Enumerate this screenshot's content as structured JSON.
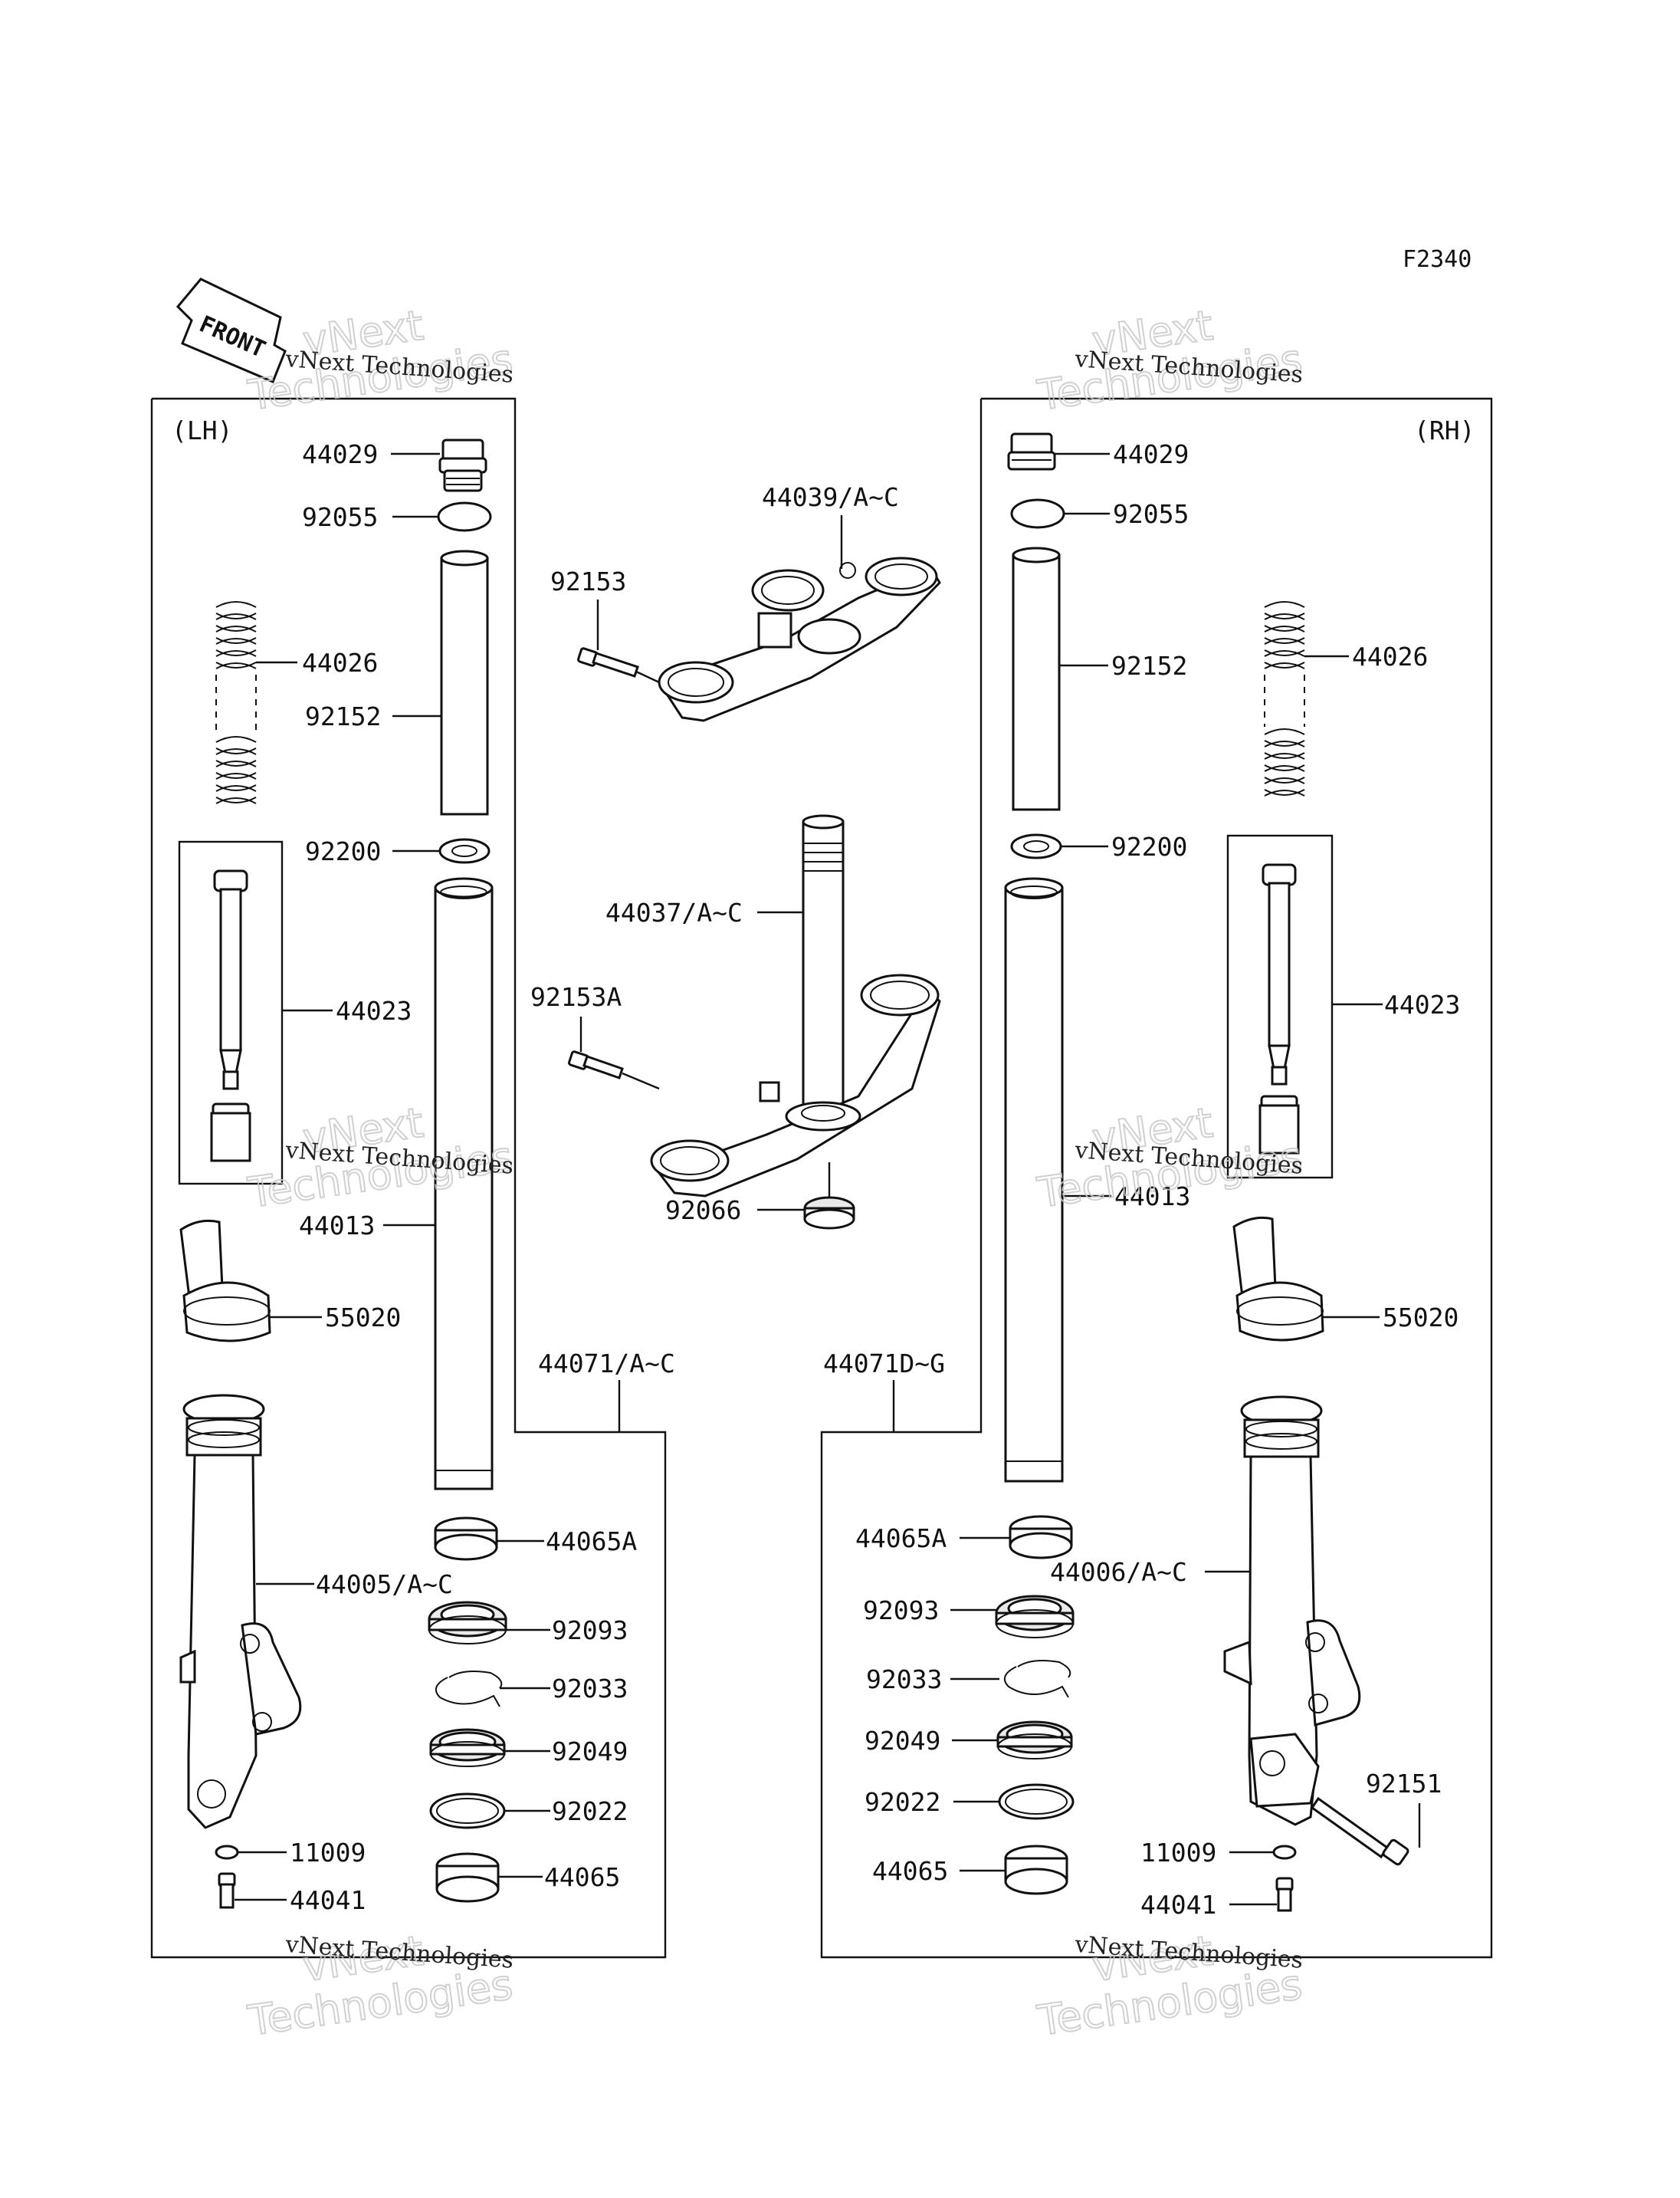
{
  "figure_code": "F2340",
  "front_arrow_label": "FRONT",
  "watermark": {
    "line1": "vNext",
    "line2": "Technologies",
    "caption": "vNext Technologies"
  },
  "side_labels": {
    "left": "(LH)",
    "right": "(RH)"
  },
  "callouts": {
    "lh_44029": "44029",
    "lh_92055": "92055",
    "lh_44026": "44026",
    "lh_92152": "92152",
    "lh_92200": "92200",
    "lh_44023": "44023",
    "lh_44013": "44013",
    "lh_55020": "55020",
    "lh_44005": "44005/A~C",
    "lh_44065A": "44065A",
    "lh_92093": "92093",
    "lh_92033": "92033",
    "lh_92049": "92049",
    "lh_92022": "92022",
    "lh_44065": "44065",
    "lh_11009": "11009",
    "lh_44041": "44041",
    "lh_44071": "44071/A~C",
    "c_44039": "44039/A~C",
    "c_92153": "92153",
    "c_44037": "44037/A~C",
    "c_92153A": "92153A",
    "c_92066": "92066",
    "rh_44029": "44029",
    "rh_92055": "92055",
    "rh_92152": "92152",
    "rh_44026": "44026",
    "rh_92200": "92200",
    "rh_44023": "44023",
    "rh_44013": "44013",
    "rh_55020": "55020",
    "rh_44071": "44071D~G",
    "rh_44065A": "44065A",
    "rh_44006": "44006/A~C",
    "rh_92093": "92093",
    "rh_92033": "92033",
    "rh_92049": "92049",
    "rh_92151": "92151",
    "rh_92022": "92022",
    "rh_11009": "11009",
    "rh_44065": "44065",
    "rh_44041": "44041"
  }
}
